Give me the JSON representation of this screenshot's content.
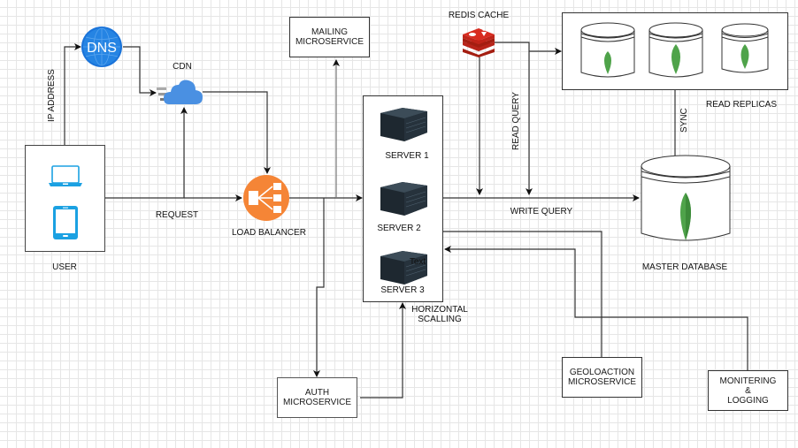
{
  "diagram": {
    "title": "System Design Architecture",
    "colors": {
      "dns": "#1a73d9",
      "cdn": "#4a90e2",
      "load_balancer": "#f58536",
      "redis": "#d82c20",
      "mongo_leaf": "#4fa34a",
      "device": "#1ba1e2",
      "line": "#333333"
    },
    "nodes": {
      "user": {
        "label": "USER",
        "icons": [
          "laptop-icon",
          "tablet-icon"
        ]
      },
      "dns": {
        "label": "DNS",
        "icon": "globe-icon"
      },
      "cdn": {
        "label": "CDN",
        "icon": "cloud-icon"
      },
      "load_balancer": {
        "label": "LOAD BALANCER",
        "icon": "load-balancer-icon"
      },
      "mailing": {
        "line1": "MAILING",
        "line2": "MICROSERVICE"
      },
      "redis": {
        "label": "REDIS CACHE",
        "icon": "redis-icon"
      },
      "servers": [
        {
          "label": "SERVER 1"
        },
        {
          "label": "SERVER 2"
        },
        {
          "label": "SERVER 3",
          "overlay_text": "Text"
        }
      ],
      "horizontal_scaling": {
        "line1": "HORIZONTAL",
        "line2": "SCALLING"
      },
      "read_replicas": {
        "label": "READ REPLICAS",
        "count": 3
      },
      "master_db": {
        "label": "MASTER DATABASE"
      },
      "auth": {
        "line1": "AUTH",
        "line2": "MICROSERVICE"
      },
      "geolocation": {
        "line1": "GEOLOACTION",
        "line2": "MICROSERVICE"
      },
      "monitoring": {
        "line1": "MONITERING",
        "line2": "&",
        "line3": "LOGGING"
      }
    },
    "edges": {
      "ip_address": "IP ADDRESS",
      "request": "REQUEST",
      "read_query": "READ QUERY",
      "write_query": "WRITE QUERY",
      "sync": "SYNC"
    }
  }
}
